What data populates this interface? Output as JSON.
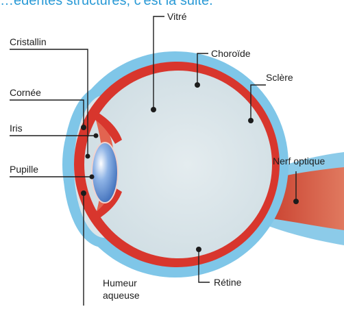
{
  "caption": "…édentes structures, c'est la suite.",
  "labels": {
    "vitre": "Vitré",
    "cristallin": "Cristallin",
    "choroide": "Choroïde",
    "sclere": "Sclère",
    "cornee": "Cornée",
    "iris": "Iris",
    "nerf_optique": "Nerf optique",
    "pupille": "Pupille",
    "retine": "Rétine",
    "humeur_aqueuse_line1": "Humeur",
    "humeur_aqueuse_line2": "aqueuse"
  },
  "colors": {
    "sclera_blue": "#7fc6e8",
    "choroid_red": "#d8362d",
    "vitreous": "#d7e2e7",
    "lens_blue": "#3f73c4",
    "nerve_red": "#cf4a38",
    "leader_line": "#1c1c1c",
    "caption_blue": "#2a9ad6"
  }
}
